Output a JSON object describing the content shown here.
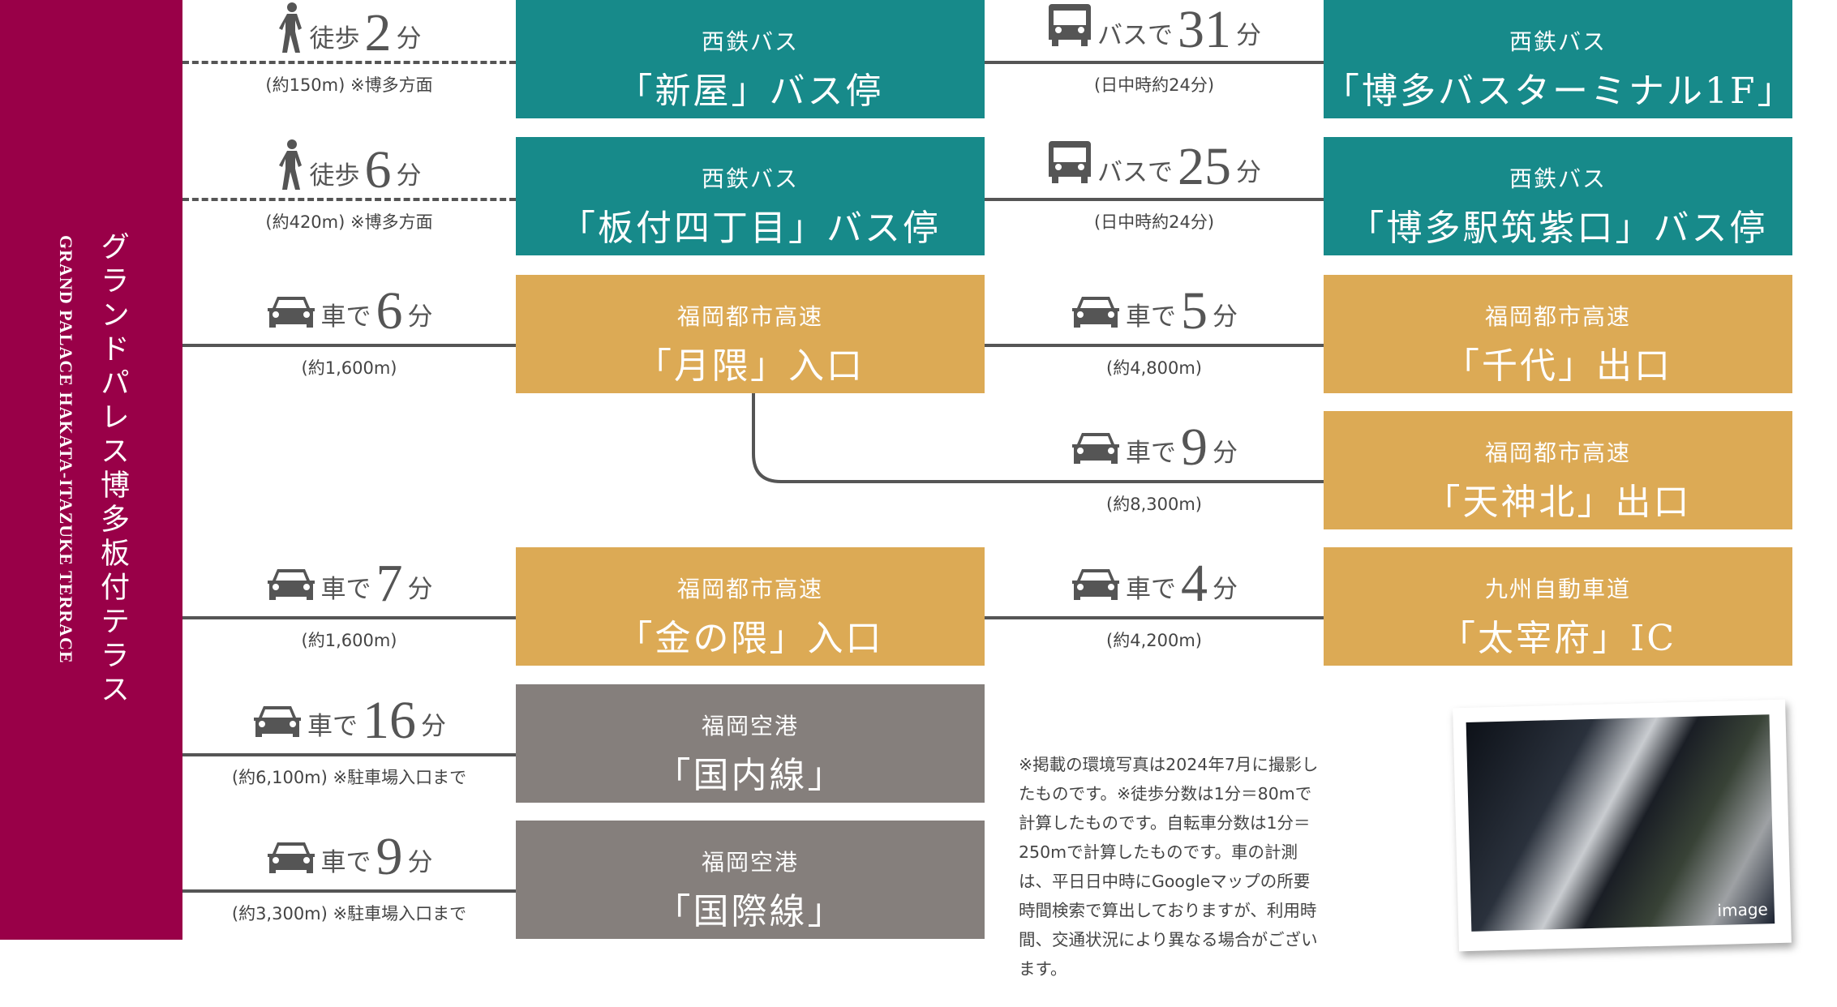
{
  "sidebar": {
    "title_jp": "グランドパレス博多板付テラス",
    "title_en": "GRAND PALACE HAKATA-ITAZUKE TERRACE"
  },
  "colors": {
    "sidebar": "#990048",
    "bus": "#178a8a",
    "expressway": "#dcaa55",
    "airport": "#857f7c",
    "line": "#555555"
  },
  "left_routes": [
    {
      "row": 0,
      "icon": "walk-icon",
      "word": "徒歩",
      "num": "2",
      "unit": "分",
      "sub": "(約150m) ※博多方面",
      "dashed": true
    },
    {
      "row": 1,
      "icon": "walk-icon",
      "word": "徒歩",
      "num": "6",
      "unit": "分",
      "sub": "(約420m) ※博多方面",
      "dashed": true
    },
    {
      "row": 2,
      "icon": "car-icon",
      "word": "車で",
      "num": "6",
      "unit": "分",
      "sub": "(約1,600m)"
    },
    {
      "row": 4,
      "icon": "car-icon",
      "word": "車で",
      "num": "7",
      "unit": "分",
      "sub": "(約1,600m)"
    },
    {
      "row": 5,
      "icon": "car-icon",
      "word": "車で",
      "num": "16",
      "unit": "分",
      "sub": "(約6,100m) ※駐車場入口まで"
    },
    {
      "row": 6,
      "icon": "car-icon",
      "word": "車で",
      "num": "9",
      "unit": "分",
      "sub": "(約3,300m) ※駐車場入口まで"
    }
  ],
  "mid_boxes": [
    {
      "row": 0,
      "kind": "teal",
      "small": "西鉄バス",
      "big": "「新屋」バス停"
    },
    {
      "row": 1,
      "kind": "teal",
      "small": "西鉄バス",
      "big": "「板付四丁目」バス停"
    },
    {
      "row": 2,
      "kind": "gold",
      "small": "福岡都市高速",
      "big": "「月隈」入口"
    },
    {
      "row": 4,
      "kind": "gold",
      "small": "福岡都市高速",
      "big": "「金の隈」入口"
    },
    {
      "row": 5,
      "kind": "gray",
      "small": "福岡空港",
      "big": "「国内線」"
    },
    {
      "row": 6,
      "kind": "gray",
      "small": "福岡空港",
      "big": "「国際線」"
    }
  ],
  "right_routes": [
    {
      "row": 0,
      "icon": "bus-icon",
      "word": "バスで",
      "num": "31",
      "unit": "分",
      "sub": "(日中時約24分)"
    },
    {
      "row": 1,
      "icon": "bus-icon",
      "word": "バスで",
      "num": "25",
      "unit": "分",
      "sub": "(日中時約24分)"
    },
    {
      "row": 2,
      "icon": "car-icon",
      "word": "車で",
      "num": "5",
      "unit": "分",
      "sub": "(約4,800m)"
    },
    {
      "row": 3,
      "icon": "car-icon",
      "word": "車で",
      "num": "9",
      "unit": "分",
      "sub": "(約8,300m)"
    },
    {
      "row": 4,
      "icon": "car-icon",
      "word": "車で",
      "num": "4",
      "unit": "分",
      "sub": "(約4,200m)"
    }
  ],
  "right_boxes": [
    {
      "row": 0,
      "kind": "teal",
      "small": "西鉄バス",
      "big": "「博多バスターミナル1F」"
    },
    {
      "row": 1,
      "kind": "teal",
      "small": "西鉄バス",
      "big": "「博多駅筑紫口」バス停"
    },
    {
      "row": 2,
      "kind": "gold",
      "small": "福岡都市高速",
      "big": "「千代」出口"
    },
    {
      "row": 3,
      "kind": "gold",
      "small": "福岡都市高速",
      "big": "「天神北」出口"
    },
    {
      "row": 4,
      "kind": "gold",
      "small": "九州自動車道",
      "big": "「太宰府」IC"
    }
  ],
  "note": "※掲載の環境写真は2024年7月に撮影したものです。※徒歩分数は1分＝80mで計算したものです。自転車分数は1分＝250mで計算したものです。車の計測は、平日日中時にGoogleマップの所要時間検索で算出しておりますが、利用時間、交通状況により異なる場合がございます。",
  "photo": {
    "caption": "image"
  }
}
